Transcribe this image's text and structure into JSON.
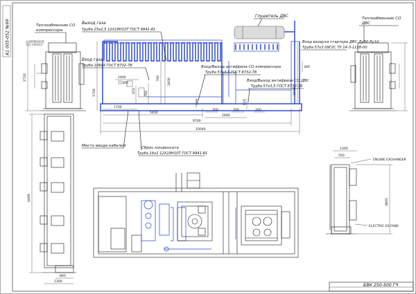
{
  "colors": {
    "line": "#111111",
    "accent": "#1f3fd0",
    "grey": "#9a9a9a",
    "paper": "#ffffff"
  },
  "stamp_number": "А1 005-052 №99",
  "labels": {
    "teplo_left": "Теплообменник СО",
    "teplo_left2": "компрессора",
    "left_small1": "COMPRESSOR",
    "left_small2": "LIQ.-VEHICLE",
    "vyhod_gaza": "Выход газа",
    "vyhod_gaza_pipe": "Труба 25х2,5 12Х18Н10Т ГОСТ 9941-81",
    "vhod_gaza": "Вход газа",
    "vhod_gaza_pipe": "Труба 108х4 ГОСТ 8732-78",
    "glushitel": "Глушитель ДВС",
    "teplo_right": "Теплообменник СО",
    "teplo_right2": "ДВС",
    "vhod_vozduha": "Вход воздуха стартера ДВС Ду50 Ру10",
    "vhod_vozduha_pipe": "Труба 57х3 09Г2С ТУ 14-3-1128-00",
    "antifriz_komp": "Вход/Выход антифриза СО компрессора",
    "antifriz_komp_pipe": "Труба 57х3,5 ГОСТ 8732-78",
    "antifriz_dvs": "Вход/Выход антифриза СО ДВС",
    "antifriz_dvs_pipe": "Труба 57х3,5 ГОСТ 8732-78",
    "mesto_kabel": "Место ввода кабелей",
    "sbros": "Сброс конденсата",
    "sbros_pipe": "Труба 16х2 12Х18Н10Т ГОСТ 9941-81",
    "engine_exchanger": "ENGINE EXCHANGER",
    "electric_fans": "ELECTRIC EX FANS",
    "title_block": "БВК 250-500 ГЧ"
  },
  "dims": {
    "d2720": "2720",
    "d2400a": "2400",
    "d300": "300",
    "d450": "450",
    "d760": "760",
    "d1700v": "1700",
    "d700": "700",
    "d2400b": "2400",
    "d1700h": "1700",
    "d5400": "5400",
    "d9700": "9700",
    "d10040": "10040",
    "d580": "580",
    "d200a": "200",
    "d200b": "200",
    "d1600": "1600",
    "d200c": "200",
    "d620": "620",
    "d300r": "300",
    "d2400r": "2400",
    "d1300": "1300",
    "d550": "550",
    "d3803": "3803",
    "d4600": "4600",
    "d800": "800",
    "d1300b": "1300"
  }
}
